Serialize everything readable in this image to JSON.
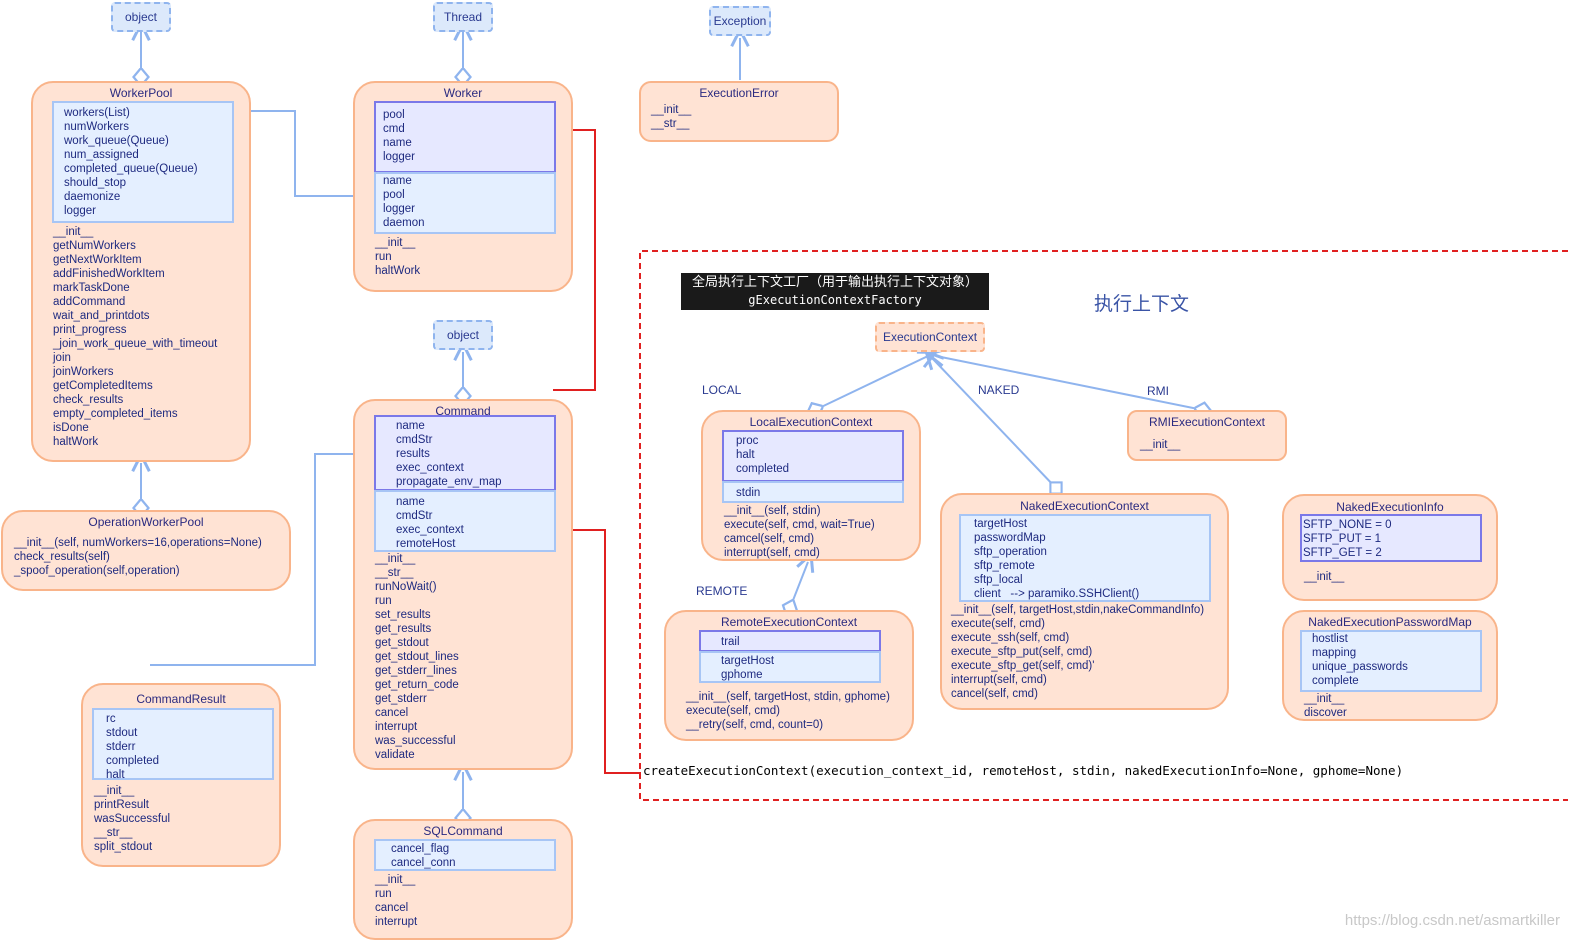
{
  "stubs": {
    "object_top": "object",
    "thread": "Thread",
    "exception": "Exception",
    "object_mid": "object",
    "execution_context": "ExecutionContext"
  },
  "worker_pool": {
    "title": "WorkerPool",
    "fields": [
      "workers(List)",
      "numWorkers",
      "work_queue(Queue)",
      "num_assigned",
      "completed_queue(Queue)",
      "should_stop",
      "daemonize",
      "logger"
    ],
    "methods": [
      "__init__",
      "getNumWorkers",
      "getNextWorkItem",
      "addFinishedWorkItem",
      "markTaskDone",
      "addCommand",
      "wait_and_printdots",
      "print_progress",
      "_join_work_queue_with_timeout",
      "join",
      "joinWorkers",
      "getCompletedItems",
      "check_results",
      "empty_completed_items",
      "isDone",
      "haltWork"
    ]
  },
  "worker": {
    "title": "Worker",
    "fields_a": [
      "pool",
      "cmd",
      "name",
      "logger"
    ],
    "fields_b": [
      "name",
      "pool",
      "logger",
      "daemon"
    ],
    "methods": [
      "__init__",
      "run",
      "haltWork"
    ]
  },
  "execution_error": {
    "title": "ExecutionError",
    "methods": [
      "__init__",
      "__str__"
    ]
  },
  "operation_worker_pool": {
    "title": "OperationWorkerPool",
    "methods": [
      "__init__(self, numWorkers=16,operations=None)",
      "check_results(self)",
      "_spoof_operation(self,operation)"
    ]
  },
  "command": {
    "title": "Command",
    "fields_a": [
      "name",
      "cmdStr",
      "results",
      "exec_context",
      "propagate_env_map"
    ],
    "fields_b": [
      "name",
      "cmdStr",
      "exec_context",
      "remoteHost"
    ],
    "methods": [
      "__init__",
      "__str__",
      "runNoWait()",
      "run",
      "set_results",
      "get_results",
      "get_stdout",
      "get_stdout_lines",
      "get_stderr_lines",
      "get_return_code",
      "get_stderr",
      "cancel",
      "interrupt",
      "was_successful",
      "validate"
    ]
  },
  "command_result": {
    "title": "CommandResult",
    "fields": [
      "rc",
      "stdout",
      "stderr",
      "completed",
      "halt"
    ],
    "methods": [
      "__init__",
      "printResult",
      "wasSuccessful",
      "__str__",
      "split_stdout"
    ]
  },
  "sql_command": {
    "title": "SQLCommand",
    "fields": [
      "cancel_flag",
      "cancel_conn"
    ],
    "methods": [
      "__init__",
      "run",
      "cancel",
      "interrupt"
    ]
  },
  "factory": {
    "line1": "全局执行上下文工厂（用于输出执行上下文对象）",
    "line2": "gExecutionContextFactory"
  },
  "context_title": "执行上下文",
  "labels": {
    "local": "LOCAL",
    "naked": "NAKED",
    "rmi": "RMI",
    "remote": "REMOTE"
  },
  "local_context": {
    "title": "LocalExecutionContext",
    "fields_a": [
      "proc",
      "halt",
      "completed"
    ],
    "fields_b": [
      "stdin"
    ],
    "methods": [
      "__init__(self, stdin)",
      "execute(self, cmd, wait=True)",
      "camcel(self, cmd)",
      "interrupt(self, cmd)"
    ]
  },
  "rmi_context": {
    "title": "RMIExecutionContext",
    "methods": [
      "__init__"
    ]
  },
  "naked_context": {
    "title": "NakedExecutionContext",
    "fields": [
      "targetHost",
      "passwordMap",
      "sftp_operation",
      "sftp_remote",
      "sftp_local",
      "client   --> paramiko.SSHClient()"
    ],
    "methods": [
      "__init__(self, targetHost,stdin,nakeCommandInfo)",
      "execute(self, cmd)",
      "execute_ssh(self, cmd)",
      "execute_sftp_put(self, cmd)",
      "execute_sftp_get(self, cmd)'",
      "interrupt(self, cmd)",
      "cancel(self, cmd)"
    ]
  },
  "naked_info": {
    "title": "NakedExecutionInfo",
    "fields": [
      "SFTP_NONE = 0",
      "SFTP_PUT = 1",
      "SFTP_GET = 2"
    ],
    "methods": [
      "__init__"
    ]
  },
  "remote_context": {
    "title": "RemoteExecutionContext",
    "fields_a": [
      "trail"
    ],
    "fields_b": [
      "targetHost",
      "gphome"
    ],
    "methods": [
      "__init__(self, targetHost, stdin, gphome)",
      "execute(self, cmd)",
      "__retry(self, cmd, count=0)"
    ]
  },
  "naked_password_map": {
    "title": "NakedExecutionPasswordMap",
    "fields": [
      "hostlist",
      "mapping",
      "unique_passwords",
      "complete"
    ],
    "methods": [
      "__init__",
      "discover"
    ]
  },
  "create_call": "createExecutionContext(execution_context_id, remoteHost, stdin, nakedExecutionInfo=None, gphome=None)",
  "watermark": "https://blog.csdn.net/asmartkiller",
  "colors": {
    "box_fill": "#ffe3d4",
    "box_border": "#f9b48a",
    "field_blue": "#e4efff",
    "field_purple": "#e6e8ff",
    "link_red": "#e02020",
    "link_blue": "#8fb4ee"
  }
}
